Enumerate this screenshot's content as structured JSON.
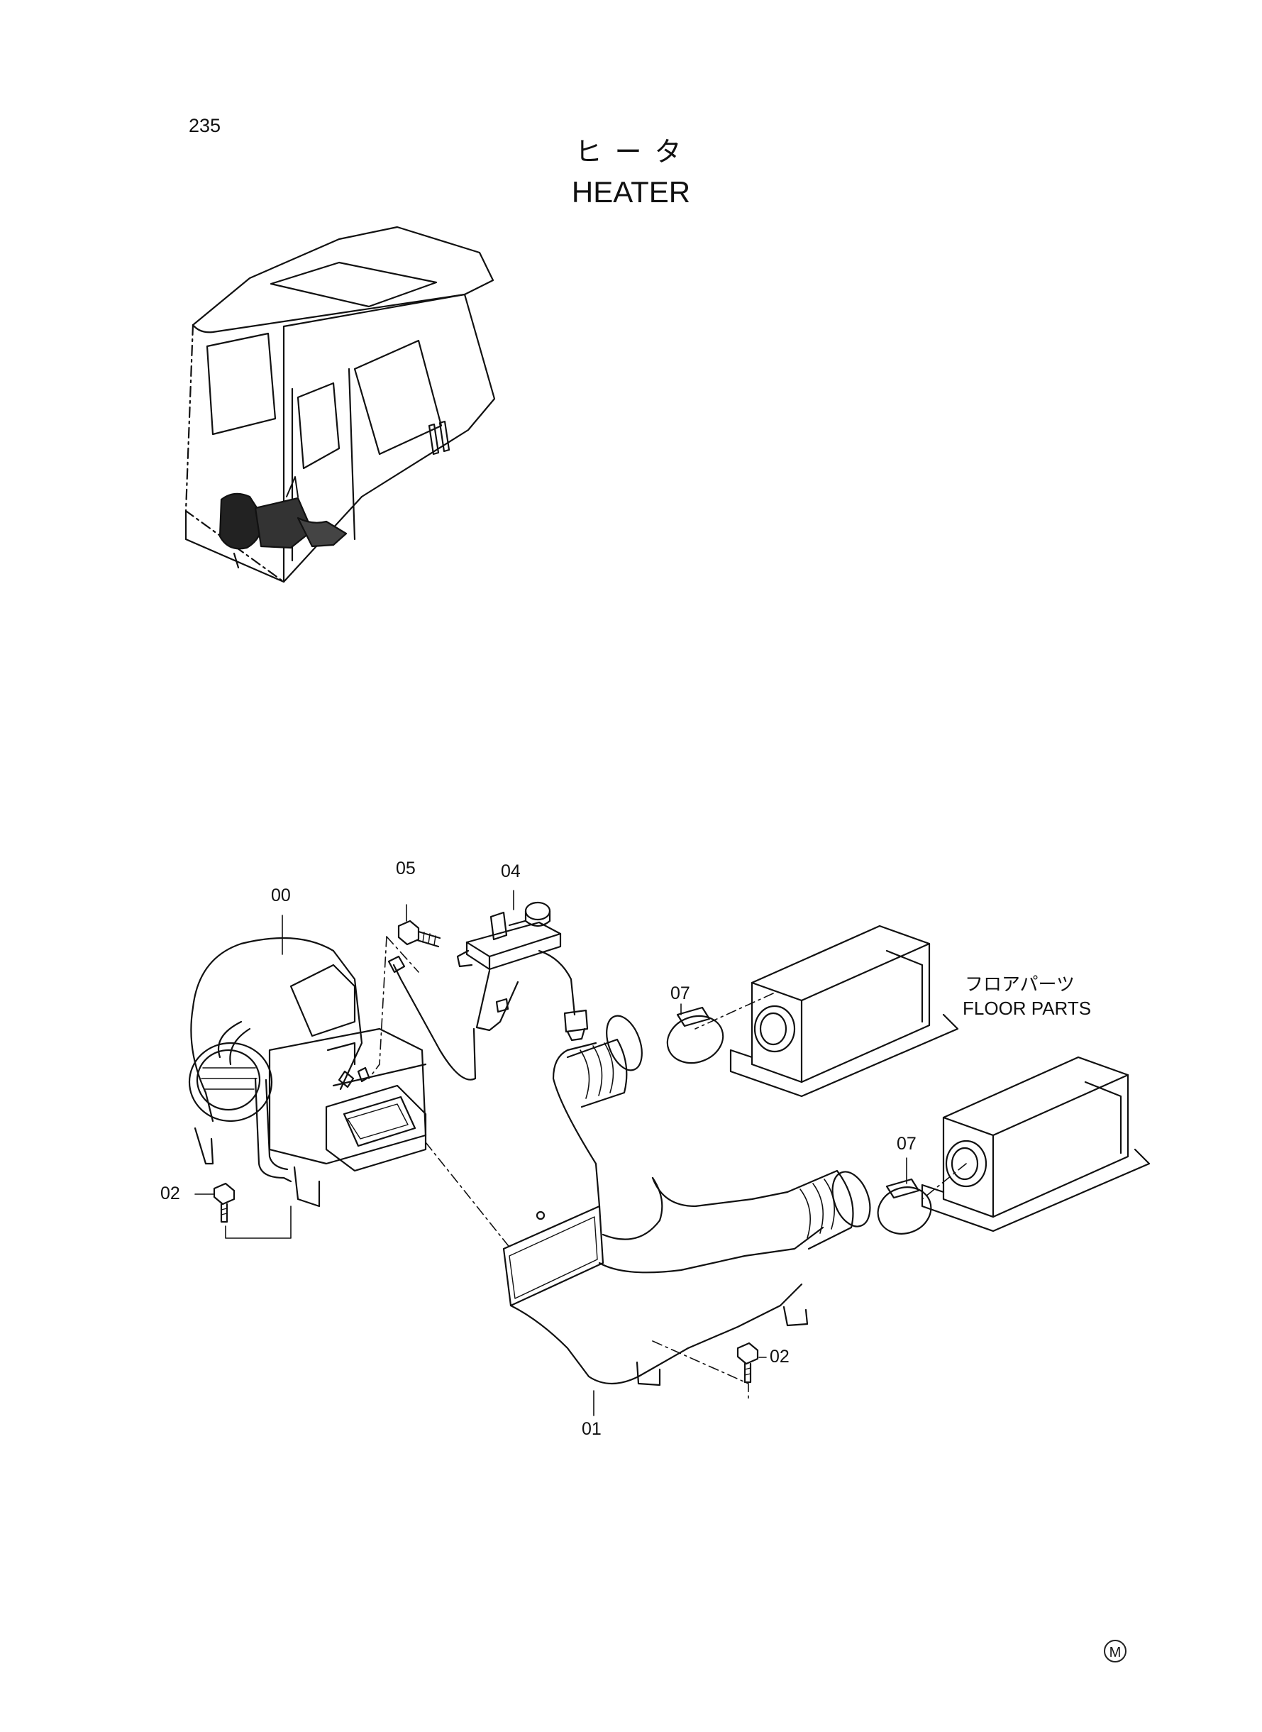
{
  "page": {
    "number": "235"
  },
  "title": {
    "japanese": "ヒータ",
    "english": "HEATER"
  },
  "callouts": {
    "c00": "00",
    "c05": "05",
    "c04": "04",
    "c07a": "07",
    "c07b": "07",
    "c02a": "02",
    "c02b": "02",
    "c01": "01"
  },
  "floor_parts": {
    "japanese": "フロアパーツ",
    "english": "FLOOR PARTS"
  },
  "mark": "M"
}
